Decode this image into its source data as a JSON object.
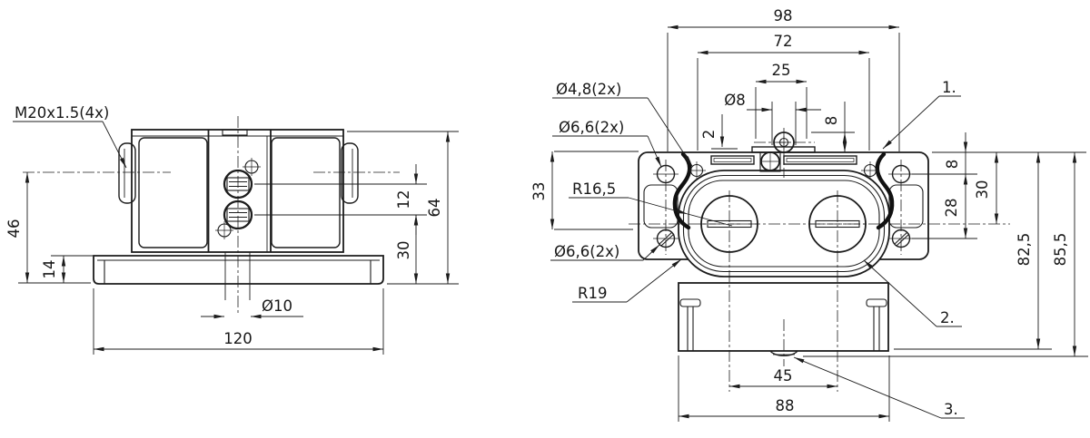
{
  "front_view": {
    "thread_label": "M20x1.5(4x)",
    "dim_axis_height": "46",
    "dim_flange_height": "14",
    "dim_hole_pitch": "12",
    "dim_lower_height": "30",
    "dim_total_height": "64",
    "dim_slot_dia": "Ø10",
    "dim_overall_width": "120"
  },
  "top_view": {
    "dim_mount_hole_span": "98",
    "dim_upper_hole_span": "72",
    "dim_actuator_span": "25",
    "dim_roller_dia": "Ø8",
    "dim_step": "2",
    "dim_roller_offset": "8",
    "dim_left_height": "33",
    "dim_edge_to_hole": "8",
    "dim_side_hole_pitch": "28",
    "dim_edge_to_axis": "30",
    "dim_depth_body": "82,5",
    "dim_depth_total": "85,5",
    "dim_circle_span": "45",
    "dim_body_width": "88",
    "label_hole_4_8": "Ø4,8(2x)",
    "label_hole_6_6_upper": "Ø6,6(2x)",
    "label_radius_inner": "R16,5",
    "label_hole_6_6_lower": "Ø6,6(2x)",
    "label_radius_outer": "R19",
    "callout_1": "1.",
    "callout_2": "2.",
    "callout_3": "3."
  }
}
